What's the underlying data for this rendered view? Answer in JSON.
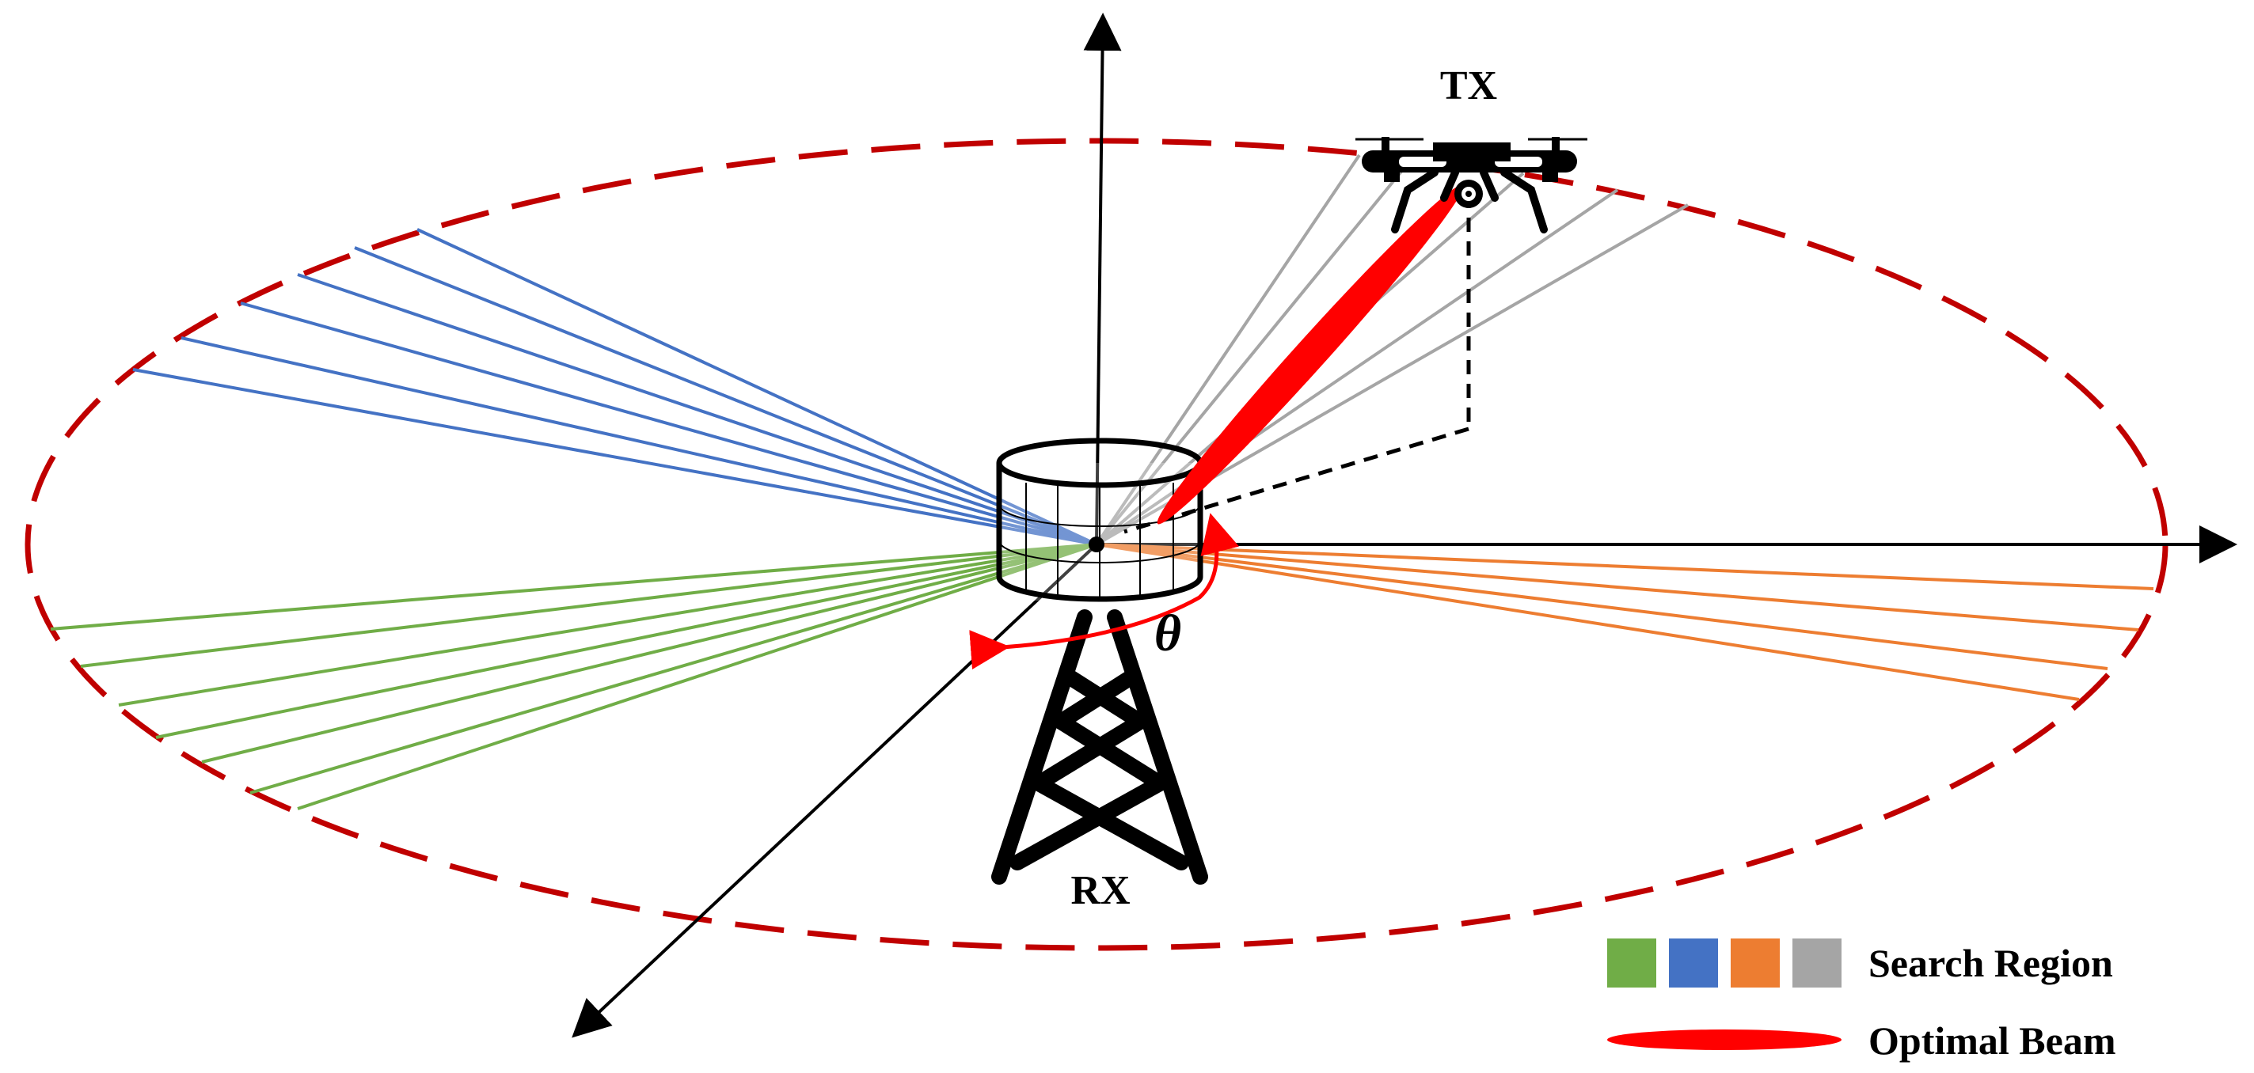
{
  "labels": {
    "tx": "TX",
    "rx": "RX",
    "theta": "θ"
  },
  "legend": {
    "search_region": "Search Region",
    "optimal_beam": "Optimal Beam",
    "swatches": [
      {
        "name": "green",
        "color": "#70ad47"
      },
      {
        "name": "blue",
        "color": "#4472c4"
      },
      {
        "name": "orange",
        "color": "#ed7d31"
      },
      {
        "name": "gray",
        "color": "#a5a5a5"
      }
    ]
  },
  "colors": {
    "ellipse_dashed": "#c00000",
    "optimal_beam": "#ff0000",
    "axes": "#000000",
    "theta_arrow": "#ff0000"
  }
}
